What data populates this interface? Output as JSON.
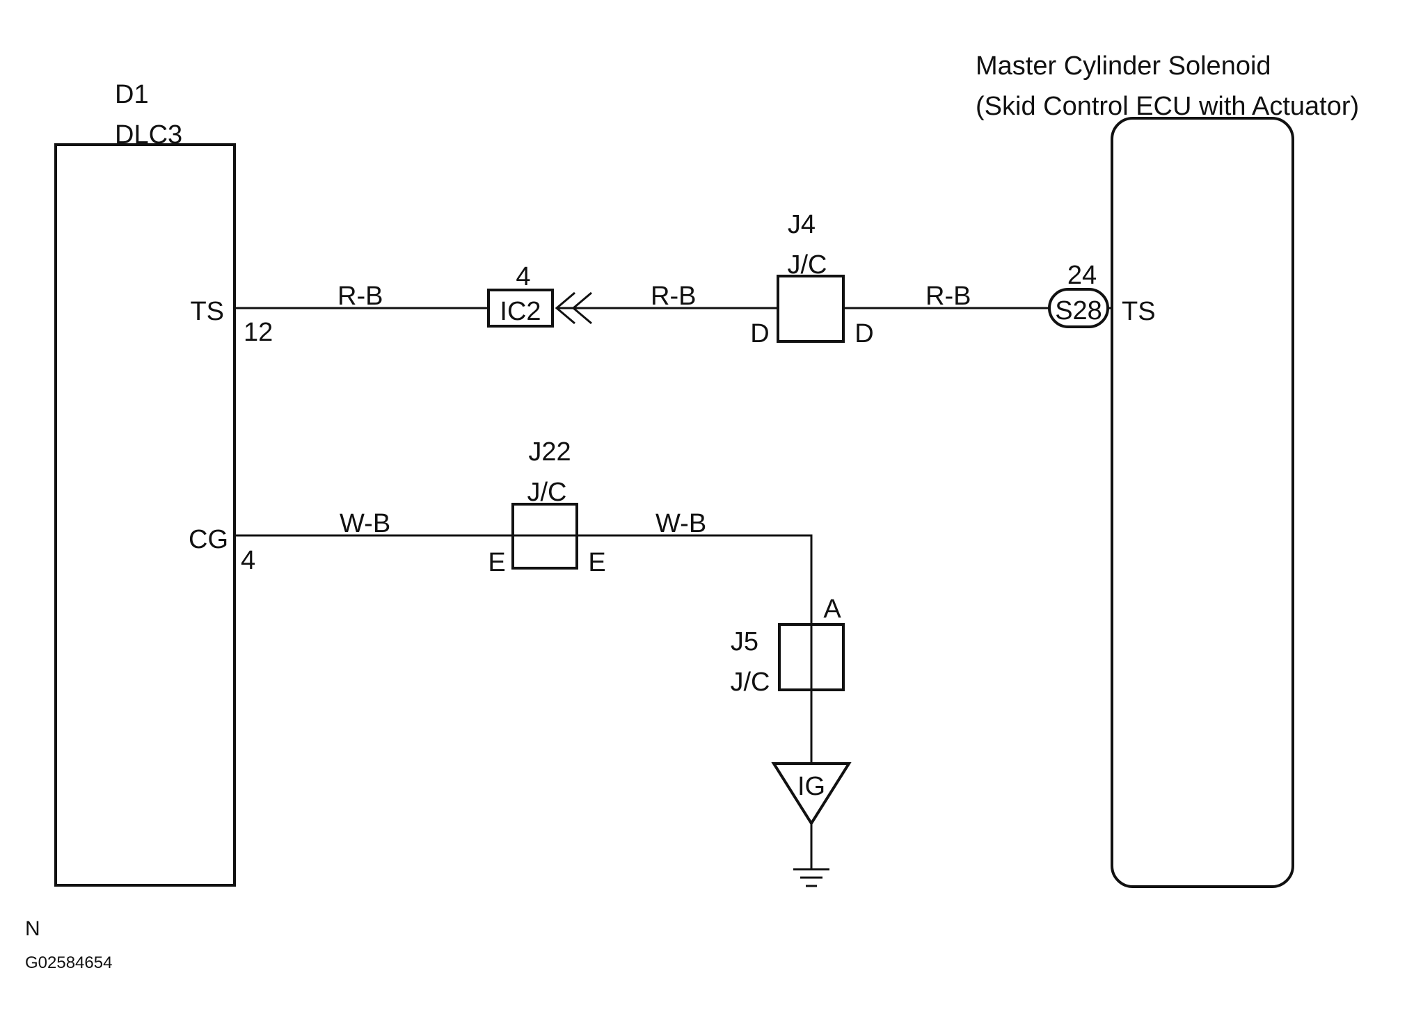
{
  "dlc3": {
    "ref": "D1",
    "name": "DLC3",
    "pins": [
      {
        "signal": "TS",
        "number": "12"
      },
      {
        "signal": "CG",
        "number": "4"
      }
    ]
  },
  "ecu": {
    "title_line1": "Master Cylinder Solenoid",
    "title_line2": "(Skid Control ECU with Actuator)",
    "pin_signal": "TS",
    "connector": "S28",
    "connector_pin": "24"
  },
  "connectors": {
    "ic2": {
      "name": "IC2",
      "pin": "4"
    },
    "j4": {
      "name": "J4",
      "type": "J/C",
      "left_pin": "D",
      "right_pin": "D"
    },
    "j22": {
      "name": "J22",
      "type": "J/C",
      "left_pin": "E",
      "right_pin": "E"
    },
    "j5": {
      "name": "J5",
      "type": "J/C",
      "pin": "A"
    },
    "ground": {
      "name": "IG"
    }
  },
  "wires": {
    "ts_seg1": "R-B",
    "ts_seg2": "R-B",
    "ts_seg3": "R-B",
    "cg_seg1": "W-B",
    "cg_seg2": "W-B"
  },
  "footer": {
    "code": "N",
    "figure_id": "G02584654"
  }
}
